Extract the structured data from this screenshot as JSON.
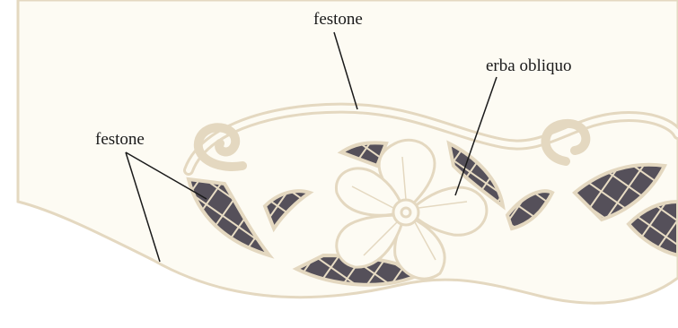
{
  "labels": {
    "top": "festone",
    "left": "festone",
    "right": "erba obliquo"
  },
  "colors": {
    "paper": "#ffffff",
    "fabric": "#fdfbf3",
    "outline": "#e4d8c0",
    "cutwork": "#55505a",
    "bars": "#e8dcc4",
    "leader": "#1a1a1a"
  }
}
